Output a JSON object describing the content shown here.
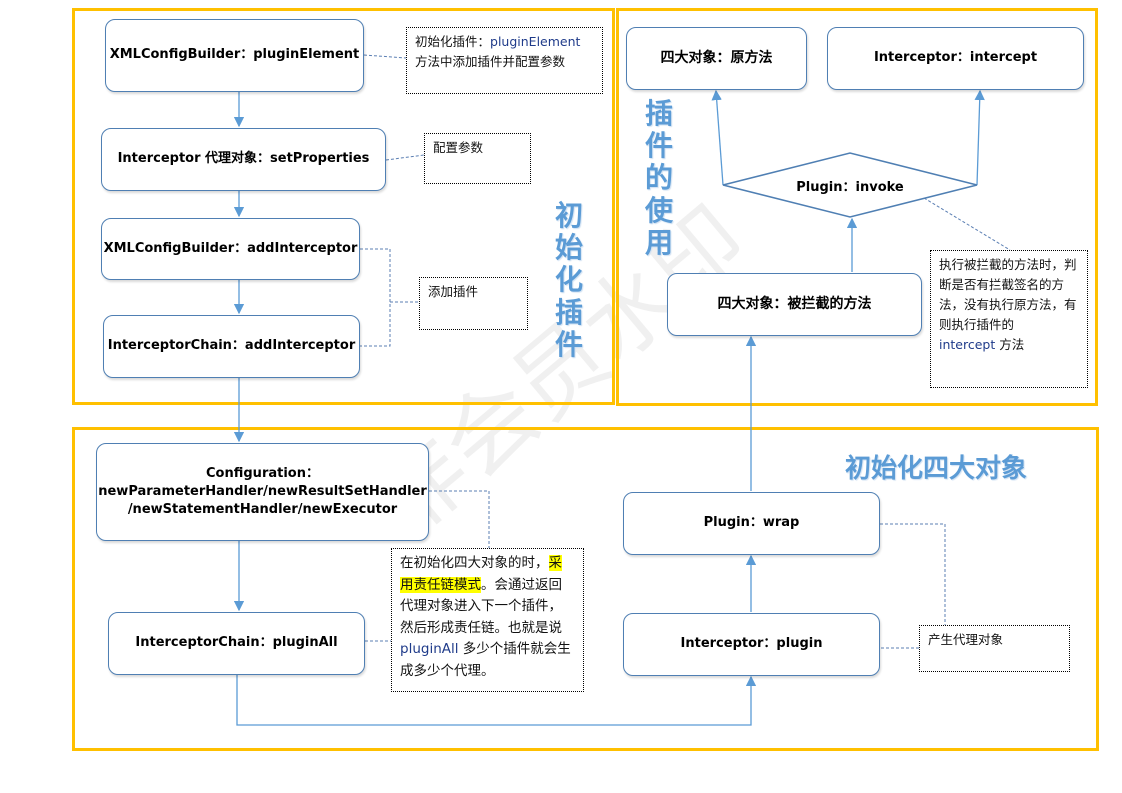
{
  "sections": {
    "init_plugin": "初始化插件",
    "use_plugin": "插件的使用",
    "init_four": "初始化四大对象"
  },
  "boxes": {
    "xml_plugin_element": "XMLConfigBuilder：pluginElement",
    "interceptor_set_props": "Interceptor 代理对象：setProperties",
    "xml_add_interceptor": "XMLConfigBuilder：addInterceptor",
    "chain_add_interceptor": "InterceptorChain：addInterceptor",
    "four_original": "四大对象：原方法",
    "interceptor_intercept": "Interceptor：intercept",
    "plugin_invoke": "Plugin：invoke",
    "four_intercepted": "四大对象：被拦截的方法",
    "configuration_l1": "Configuration：",
    "configuration_l2": "newParameterHandler/newResultSetHandler",
    "configuration_l3": "/newStatementHandler/newExecutor",
    "chain_plugin_all": "InterceptorChain：pluginAll",
    "plugin_wrap": "Plugin：wrap",
    "interceptor_plugin": "Interceptor：plugin"
  },
  "notes": {
    "n1_a": "初始化插件：",
    "n1_b": "pluginElement",
    "n1_c": "方法中添加插件并配置参数",
    "n2": "配置参数",
    "n3": "添加插件",
    "n4_a": "执行被拦截的方法时，判断是否有拦截签名的方法，没有执行原方法，有则执行插件的",
    "n4_b": "intercept",
    "n4_c": " 方法",
    "n5_a": "在初始化四大对象的时，",
    "n5_hl": "采用责任链模式",
    "n5_b": "。会通过返回代理对象进入下一个插件，然后形成责任链。也就是说",
    "n5_c": "pluginAll",
    "n5_d": " 多少个插件就会生成多少个代理。",
    "n6": "产生代理对象"
  },
  "watermark": "非会员水印",
  "colors": {
    "section_border": "#ffc000",
    "arrow": "#5b9bd5",
    "highlight": "#ffff00"
  }
}
